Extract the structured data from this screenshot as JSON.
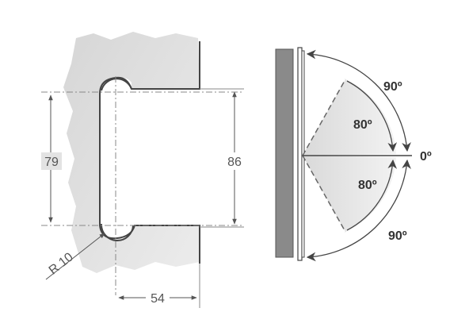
{
  "left_view": {
    "dim_vertical_inner": "79",
    "dim_vertical_outer": "86",
    "dim_horizontal": "54",
    "radius_label": "R 10"
  },
  "right_view": {
    "angle_top_outer": "90º",
    "angle_top_inner": "80º",
    "angle_zero": "0º",
    "angle_bottom_inner": "80º",
    "angle_bottom_outer": "90º"
  },
  "colors": {
    "silhouette": "#e3e3e3",
    "wall": "#8a8a8a",
    "line": "#444444",
    "sector": "#e6e6e6"
  }
}
